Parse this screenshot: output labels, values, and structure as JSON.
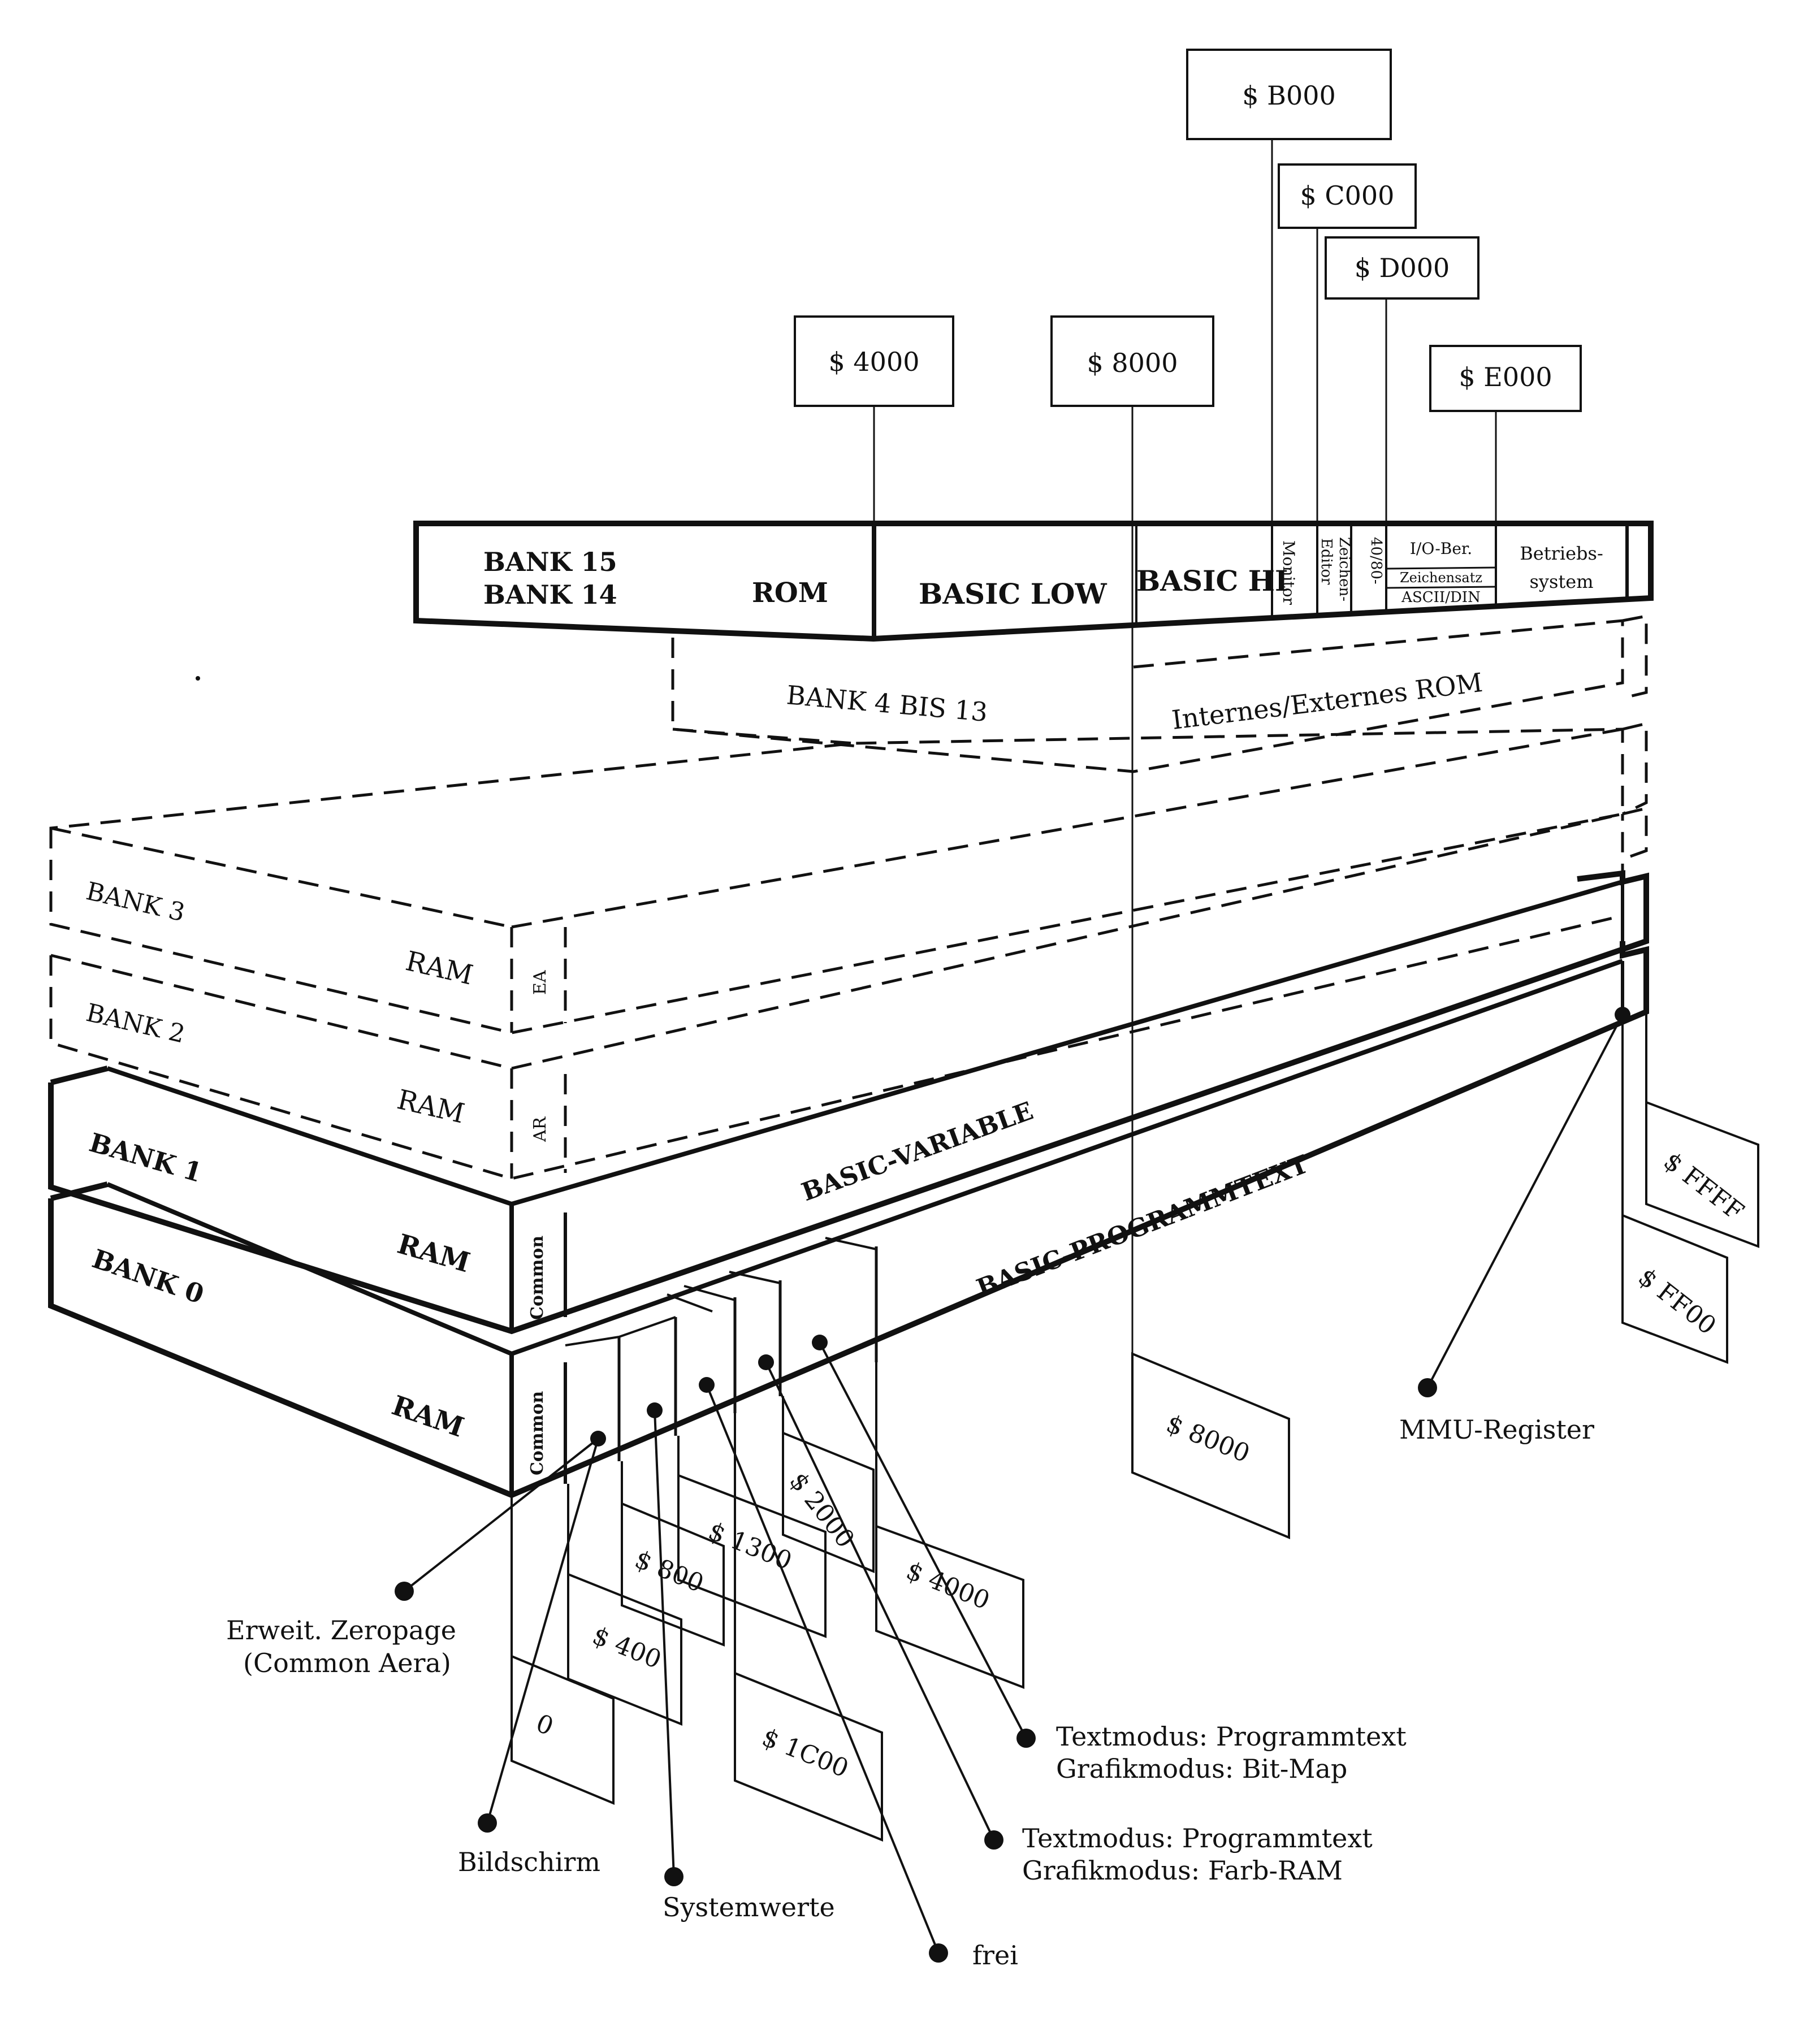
{
  "top_addresses": [
    "$ B000",
    "$ C000",
    "$ D000",
    "$ 4000",
    "$ 8000",
    "$ E000"
  ],
  "rom_bank": {
    "line1": "BANK 15",
    "line2": "BANK 14",
    "rom": "ROM",
    "basic_low": "BASIC LOW",
    "basic_hi": "BASIC HI",
    "monitor": "Monitor",
    "editor": "Editor",
    "zeichen": "Zeichen-",
    "col_40_80": "40/80-",
    "io_ber": "I/O-Ber.",
    "zeichensatz": "Zeichensatz",
    "ascii_din": "ASCII/DIN",
    "betriebs": "Betriebs-",
    "system": "system"
  },
  "bank_4_13": {
    "label": "BANK 4 BIS 13",
    "rom_label": "Internes/Externes ROM"
  },
  "bank3": {
    "name": "BANK 3",
    "ram": "RAM",
    "side": "EA"
  },
  "bank2": {
    "name": "BANK 2",
    "ram": "RAM",
    "side": "AR"
  },
  "bank1": {
    "name": "BANK 1",
    "ram": "RAM",
    "side": "Common",
    "content": "BASIC-VARIABLE"
  },
  "bank0": {
    "name": "BANK 0",
    "ram": "RAM",
    "side": "Common",
    "content": "BASIC-PROGRAMMTEXT"
  },
  "bottom_addresses": {
    "a0": "0",
    "a400": "$ 400",
    "a800": "$ 800",
    "a1300": "$ 1300",
    "a1c00": "$ 1C00",
    "a2000": "$ 2000",
    "a4000": "$ 4000",
    "a8000": "$ 8000",
    "aff00": "$ FF00",
    "affff": "$ FFFF"
  },
  "annotations": {
    "zeropage_1": "Erweit. Zeropage",
    "zeropage_2": "(Common Aera)",
    "bildschirm": "Bildschirm",
    "systemwerte": "Systemwerte",
    "frei": "frei",
    "tm_bitmap_1": "Textmodus: Programmtext",
    "tm_bitmap_2": "Grafikmodus: Bit-Map",
    "tm_farb_1": "Textmodus: Programmtext",
    "tm_farb_2": "Grafikmodus: Farb-RAM",
    "mmu": "MMU-Register"
  }
}
